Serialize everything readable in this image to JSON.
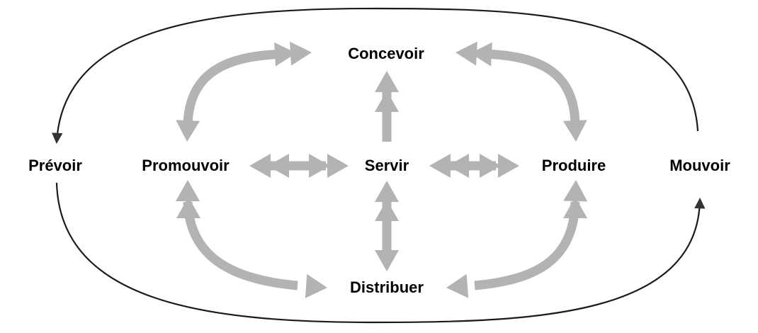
{
  "nodes": {
    "concevoir": "Concevoir",
    "prevoir": "Prévoir",
    "promouvoir": "Promouvoir",
    "servir": "Servir",
    "produire": "Produire",
    "mouvoir": "Mouvoir",
    "distribuer": "Distribuer"
  },
  "colors": {
    "arrow_fill": "#b3b3b3",
    "arrow_fill_light": "#c8c8c8",
    "outer_loop": "#1a1a1a",
    "text": "#000000",
    "background": "#ffffff"
  }
}
